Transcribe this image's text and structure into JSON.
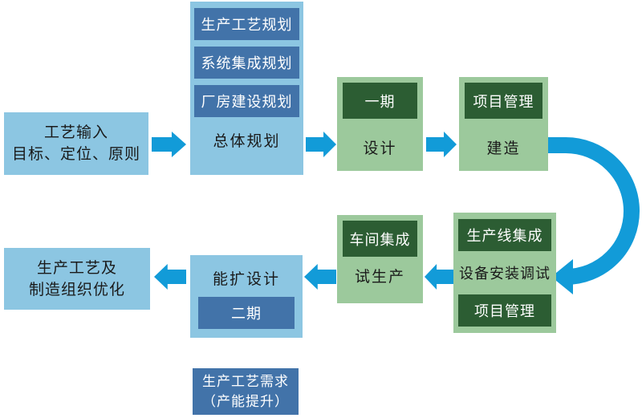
{
  "colors": {
    "light_blue": "#8cc6e2",
    "dark_blue": "#4273a9",
    "light_green": "#9cc99c",
    "dark_green": "#2c5d33",
    "arrow_blue": "#129bd8",
    "text_dark": "#1a1a1a",
    "text_on_dark": "#ffffff"
  },
  "flow": {
    "input": {
      "line1": "工艺输入",
      "line2": "目标、定位、原则"
    },
    "master_plan": {
      "label": "总体规划",
      "items": [
        "生产工艺规划",
        "系统集成规划",
        "厂房建设规划"
      ]
    },
    "design": {
      "tag": "一期",
      "label": "设计"
    },
    "build": {
      "tag": "项目管理",
      "label": "建造"
    },
    "equipment": {
      "tag_top": "生产线集成",
      "label": "设备安装调试",
      "tag_bottom": "项目管理"
    },
    "trial": {
      "tag": "车间集成",
      "label": "试生产"
    },
    "expand": {
      "label": "能扩设计",
      "tag": "二期"
    },
    "optimize": {
      "line1": "生产工艺及",
      "line2": "制造组织优化"
    },
    "demand": {
      "line1": "生产工艺需求",
      "line2": "（产能提升）"
    }
  }
}
